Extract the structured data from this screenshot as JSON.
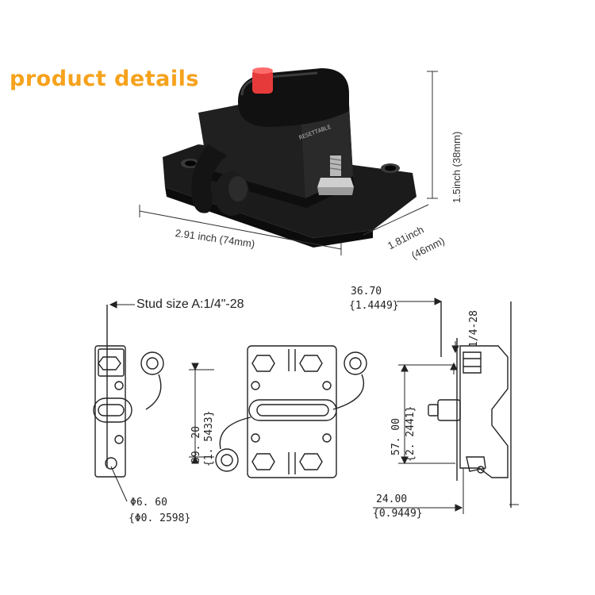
{
  "title": "product details",
  "photo": {
    "dim_length": "2.91 inch (74mm)",
    "dim_width_1": "1.81inch",
    "dim_width_2": "(46mm)",
    "dim_height": "1.5inch (38mm)"
  },
  "drawing": {
    "stud_size": "Stud size A:1/4\"-28",
    "dim_top_width_1": "36.70",
    "dim_top_width_2": "{1.4449}",
    "dim_thread": "1/4-28",
    "dim_hole_spacing_1": "39. 20",
    "dim_hole_spacing_2": "{1. 5433}",
    "dim_height_1": "57. 00",
    "dim_height_2": "{2. 2441}",
    "dim_hole_dia_1": "Φ6. 60",
    "dim_hole_dia_2": "{Φ0. 2598}",
    "dim_depth_1": "24.00",
    "dim_depth_2": "{0.9449}"
  },
  "colors": {
    "accent": "#f6a21c",
    "body": "#151515",
    "button": "#e63a3a"
  }
}
